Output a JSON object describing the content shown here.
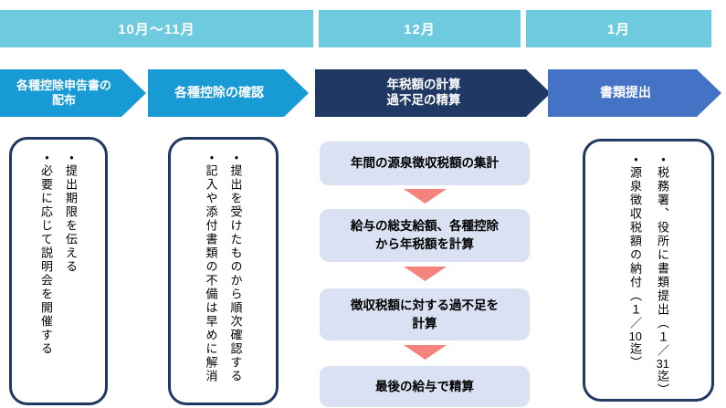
{
  "palette": {
    "header_fill": "#6DCADF",
    "arrow_primary": "#189AD5",
    "arrow_dark": "#1F3864",
    "arrow_submit": "#4472C4",
    "process_fill": "#D9E1F2",
    "triangle": "#F5837D",
    "note_border": "#1F3864"
  },
  "timeline": [
    {
      "label": "10月～11月"
    },
    {
      "label": "12月"
    },
    {
      "label": "1月"
    }
  ],
  "arrows": [
    {
      "label": "各種控除申告書の\n配布"
    },
    {
      "label": "各種控除の確認"
    },
    {
      "label": "年税額の計算\n過不足の精算"
    },
    {
      "label": "書類提出"
    }
  ],
  "process": {
    "steps": [
      {
        "label": "年間の源泉徴収税額の集計"
      },
      {
        "label": "給与の総支給額、各種控除\nから年税額を計算"
      },
      {
        "label": "徴収税額に対する過不足を\n計算"
      },
      {
        "label": "最後の給与で精算"
      }
    ]
  },
  "notes": [
    {
      "lines": [
        "・提出期限を伝える",
        "・必要に応じて説明会を開催する"
      ]
    },
    {
      "lines": [
        "・提出を受けたものから順次確認する",
        "・記入や添付書類の不備は早めに解消"
      ]
    },
    {
      "lines": [
        {
          "pre": "・税務署、役所に書類提出（１／",
          "num": "31",
          "post": "迄）"
        },
        {
          "pre": "・源泉徴収税額の納付（１／",
          "num": "10",
          "post": "迄）"
        }
      ]
    }
  ]
}
